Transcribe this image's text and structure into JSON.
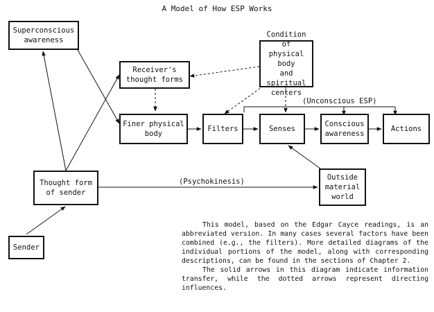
{
  "title": "A Model of How ESP Works",
  "boxes": {
    "superconscious": "Superconscious\nawareness",
    "receiver": "Receiver's\nthought forms",
    "condition": "Condition of\nphysical body\nand spiritual\ncenters",
    "finer": "Finer physical\nbody",
    "filters": "Filters",
    "senses": "Senses",
    "conscious": "Conscious\nawareness",
    "actions": "Actions",
    "thought_form": "Thought form\nof sender",
    "outside": "Outside\nmaterial\nworld",
    "sender": "Sender"
  },
  "labels": {
    "unconscious": "(Unconscious ESP)",
    "psychokinesis": "(Psychokinesis)"
  },
  "description": {
    "p1": "This model, based on the Edgar Cayce readings, is an abbreviated version. In many cases several factors have been combined (e.g., the filters). More detailed diagrams of the individual portions of the model, along with corresponding descriptions, can be found in the sections of Chapter 2.",
    "p2": "The solid arrows in this diagram indicate information transfer, while the dotted arrows represent directing influences."
  }
}
